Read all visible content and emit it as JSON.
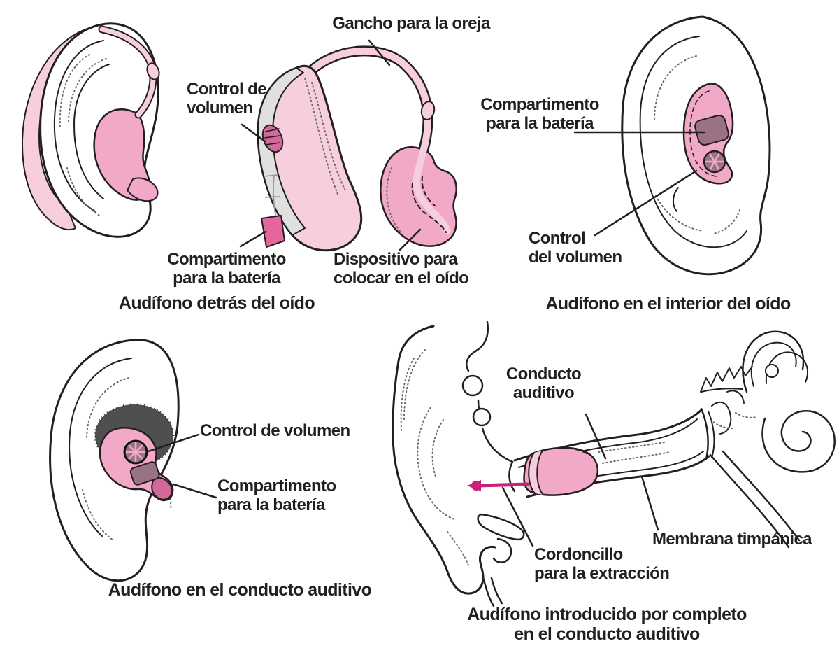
{
  "colors": {
    "outline": "#231F20",
    "light_pink": "#F7CEDE",
    "mid_pink": "#F2A9C7",
    "dark_pink": "#D2689C",
    "magenta_pink": "#E3669E",
    "mauve": "#9A7284",
    "cord_magenta": "#C92078",
    "body_gray": "#E0E0E0",
    "shadow_gray": "#4F4F4F"
  },
  "panels": {
    "behind_ear": {
      "caption": "Audífono detrás del oído",
      "labels": {
        "hook": "Gancho para la oreja",
        "volume": "Control de\nvolumen",
        "battery": "Compartimento\npara la batería",
        "earpiece": "Dispositivo para\ncolocar en el oído"
      }
    },
    "in_ear": {
      "caption": "Audífono en el interior del oído",
      "labels": {
        "battery": "Compartimento\npara la batería",
        "volume": "Control\ndel volumen"
      }
    },
    "in_canal": {
      "caption": "Audífono en el conducto auditivo",
      "labels": {
        "volume": "Control de volumen",
        "battery": "Compartimento\npara la batería"
      }
    },
    "fully_in_canal": {
      "caption": "Audífono introducido por completo\nen el conducto auditivo",
      "labels": {
        "canal": "Conducto\nauditivo",
        "membrane": "Membrana timpánica",
        "cord": "Cordoncillo\npara la extracción"
      }
    }
  }
}
